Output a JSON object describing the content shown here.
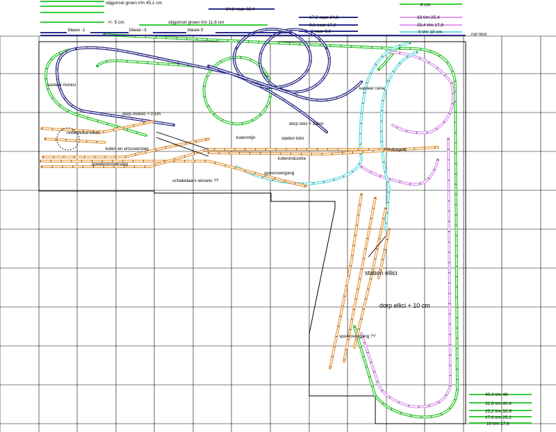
{
  "colors": {
    "grid": "#000000",
    "green": "#33cc33",
    "navy": "#2a2a8a",
    "pink": "#dd99ee",
    "cyan": "#66dddd",
    "orange": "#e8a04a",
    "sleeper": "#333333"
  },
  "legend_top_left": {
    "spiral_green_45": "stijgcircel groen t/m 45,1 cm",
    "plus_minus_5": "+/- 5 cm",
    "spiral_green_11": "stijgcircel groen t/m 11,6 cm",
    "blue_minus_1": "blauw -1",
    "blue_minus_3": "blauw -3",
    "blue_0": "blauw 0",
    "range_24_32": "24,8 naar 32,4"
  },
  "legend_top_mid": {
    "r1": "17,2 naar 24,8",
    "r2": "9,6 naar 17,2",
    "r3": "2 naar 9,6"
  },
  "legend_top_right": {
    "r0": "8 cm",
    "r1": "33 t/m 25,4",
    "r2": "25,4 t/m 17,8",
    "r3": "0 t/m 10 cm",
    "nul_nivo": "nul nivo"
  },
  "legend_bottom_right": {
    "r1": "40,4 t/m 48",
    "r2": "32,8 t/m 40,4",
    "r3": "25,2 t/m 32,8",
    "r4": "17,6 t/m 25,2",
    "r5": "10 t/m 17,6"
  },
  "labels": {
    "kasteel_monici": "kasteel monici",
    "dorp_monici": "dorp monici + 0 cm",
    "onderhoud": "onderhoud loods",
    "kolen_erts": "kolen en ertsoverslag",
    "goederen": "goederenoverslag",
    "schakelaars": "schakelaars wissels ??",
    "kolenmijn": "kolenmijn",
    "station_tolci": "station tolci",
    "dorp_tolci": "dorp tolci + 33cm",
    "kolenindustrie": "kolenindustrie",
    "spoorovergang1": "spoorovergang",
    "houtzagerij": "houtzagerij",
    "kasteel_ruine": "kasteel ruine",
    "station_ellici": "station ellici",
    "dorp_ellici": "dorp ellici + 10 cm",
    "spoorovergang2": "spoorovergang ??"
  }
}
